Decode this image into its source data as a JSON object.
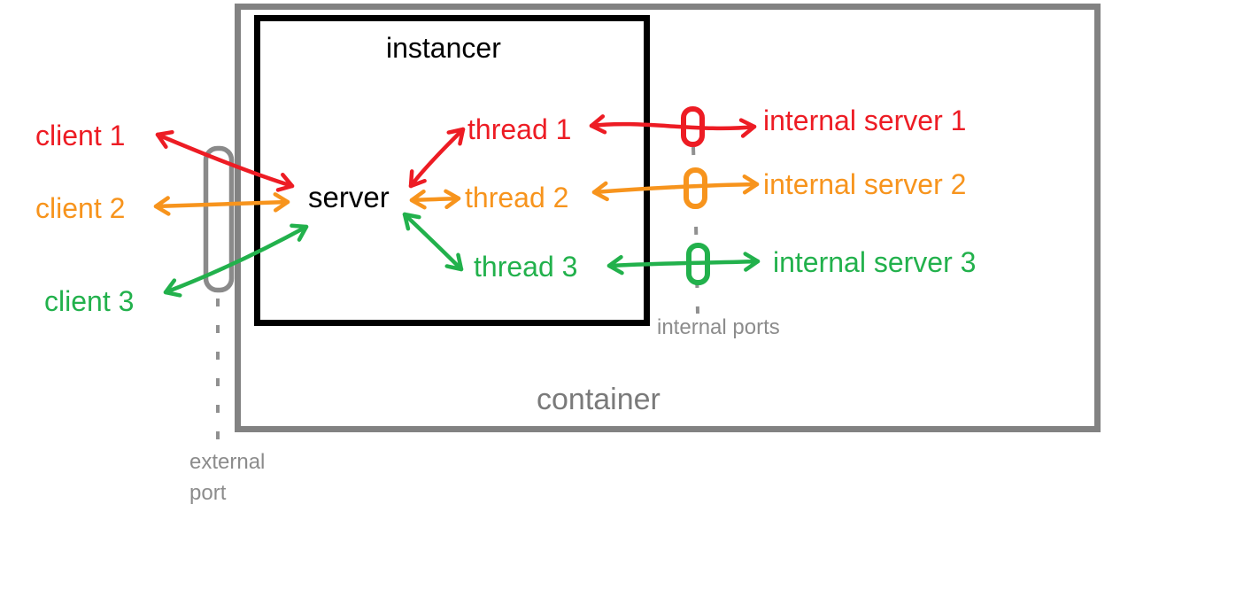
{
  "diagram": {
    "container_label": "container",
    "instancer_label": "instancer",
    "server_label": "server",
    "clients": [
      {
        "label": "client 1",
        "color": "#ed1c24"
      },
      {
        "label": "client 2",
        "color": "#f7941d"
      },
      {
        "label": "client 3",
        "color": "#22b14c"
      }
    ],
    "threads": [
      {
        "label": "thread 1",
        "color": "#ed1c24"
      },
      {
        "label": "thread 2",
        "color": "#f7941d"
      },
      {
        "label": "thread 3",
        "color": "#22b14c"
      }
    ],
    "internal_servers": [
      {
        "label": "internal server 1",
        "color": "#ed1c24"
      },
      {
        "label": "internal server 2",
        "color": "#f7941d"
      },
      {
        "label": "internal server 3",
        "color": "#22b14c"
      }
    ],
    "ports": {
      "external_label_line1": "external",
      "external_label_line2": "port",
      "internal_label": "internal ports",
      "external_port_color": "#8a8a8a",
      "internal_port_colors": [
        "#ed1c24",
        "#f7941d",
        "#22b14c"
      ]
    },
    "colors": {
      "red": "#ed1c24",
      "orange": "#f7941d",
      "green": "#22b14c",
      "container_border": "#828282",
      "instancer_border": "#000000",
      "gray_text": "#7a7a7a",
      "dashed_line": "#909090",
      "background": "#ffffff"
    }
  }
}
